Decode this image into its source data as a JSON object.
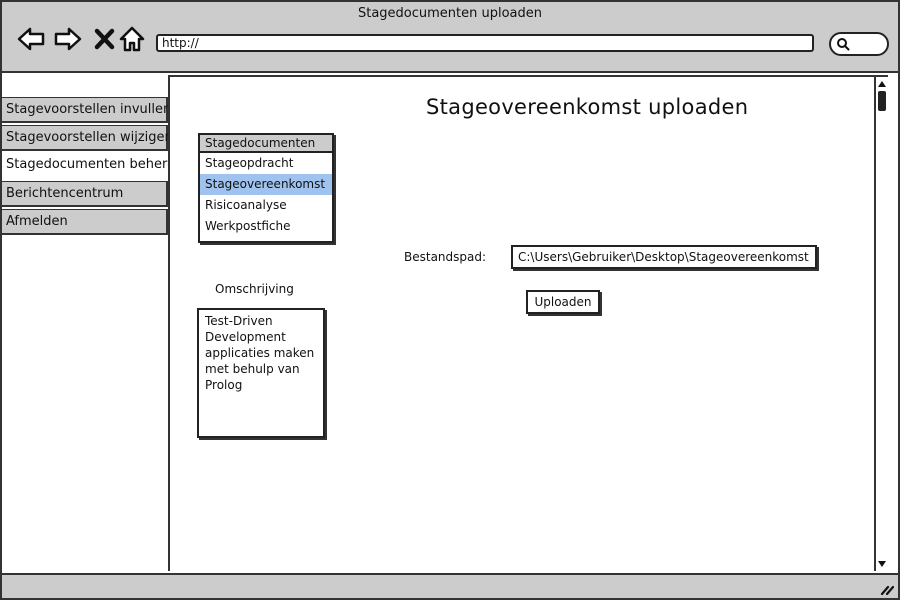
{
  "window": {
    "title": "Stagedocumenten uploaden"
  },
  "browser": {
    "url": "http://",
    "icons": [
      "back-arrow-icon",
      "forward-arrow-icon",
      "close-x-icon",
      "home-icon",
      "search-icon"
    ]
  },
  "sidebar": {
    "items": [
      {
        "label": "Stagevoorstellen invullen"
      },
      {
        "label": "Stagevoorstellen wijzigen"
      },
      {
        "label": "Stagedocumenten beheren"
      },
      {
        "label": "Berichtencentrum"
      },
      {
        "label": "Afmelden"
      }
    ],
    "active_index": 2
  },
  "main": {
    "title": "Stageovereenkomst uploaden",
    "documents": {
      "header": "Stagedocumenten",
      "items": [
        {
          "label": "Stageopdracht"
        },
        {
          "label": "Stageovereenkomst"
        },
        {
          "label": "Risicoanalyse"
        },
        {
          "label": "Werkpostfiche"
        }
      ],
      "selected_index": 1
    },
    "description": {
      "label": "Omschrijving",
      "text": "Test-Driven Development applicaties maken met behulp van Prolog"
    },
    "file_path": {
      "label": "Bestandspad:",
      "value": "C:\\Users\\Gebruiker\\Desktop\\Stageovereenkomst"
    },
    "upload_label": "Uploaden"
  },
  "colors": {
    "chrome": "#cccccc",
    "selection": "#9fc3ee",
    "border": "#222222"
  }
}
